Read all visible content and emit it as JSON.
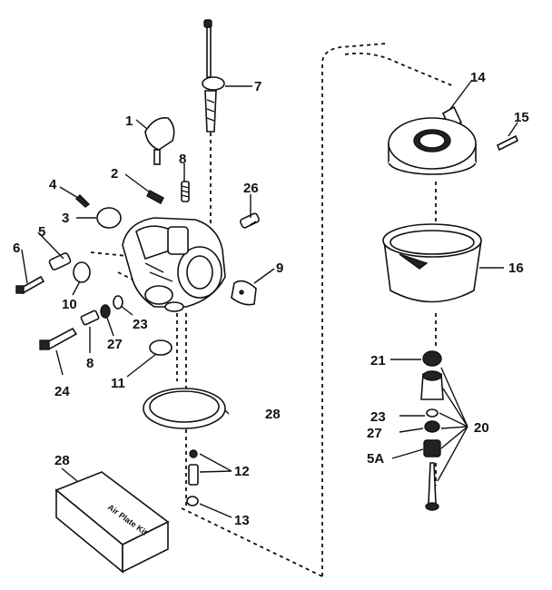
{
  "kit": {
    "label": "Air Plate Kit"
  },
  "callouts": [
    {
      "id": "c1",
      "text": "1"
    },
    {
      "id": "c2",
      "text": "2"
    },
    {
      "id": "c3",
      "text": "3"
    },
    {
      "id": "c4",
      "text": "4"
    },
    {
      "id": "c5",
      "text": "5"
    },
    {
      "id": "c6",
      "text": "6"
    },
    {
      "id": "c7",
      "text": "7"
    },
    {
      "id": "c8",
      "text": "8"
    },
    {
      "id": "c8b",
      "text": "8"
    },
    {
      "id": "c9",
      "text": "9"
    },
    {
      "id": "c10",
      "text": "10"
    },
    {
      "id": "c11",
      "text": "11"
    },
    {
      "id": "c12",
      "text": "12"
    },
    {
      "id": "c13",
      "text": "13"
    },
    {
      "id": "c14",
      "text": "14"
    },
    {
      "id": "c15",
      "text": "15"
    },
    {
      "id": "c16",
      "text": "16"
    },
    {
      "id": "c20",
      "text": "20"
    },
    {
      "id": "c21",
      "text": "21"
    },
    {
      "id": "c23a",
      "text": "23"
    },
    {
      "id": "c23b",
      "text": "23"
    },
    {
      "id": "c24",
      "text": "24"
    },
    {
      "id": "c26",
      "text": "26"
    },
    {
      "id": "c27a",
      "text": "27"
    },
    {
      "id": "c27b",
      "text": "27"
    },
    {
      "id": "c28a",
      "text": "28"
    },
    {
      "id": "c28b",
      "text": "28"
    },
    {
      "id": "c5a",
      "text": "5A"
    }
  ]
}
